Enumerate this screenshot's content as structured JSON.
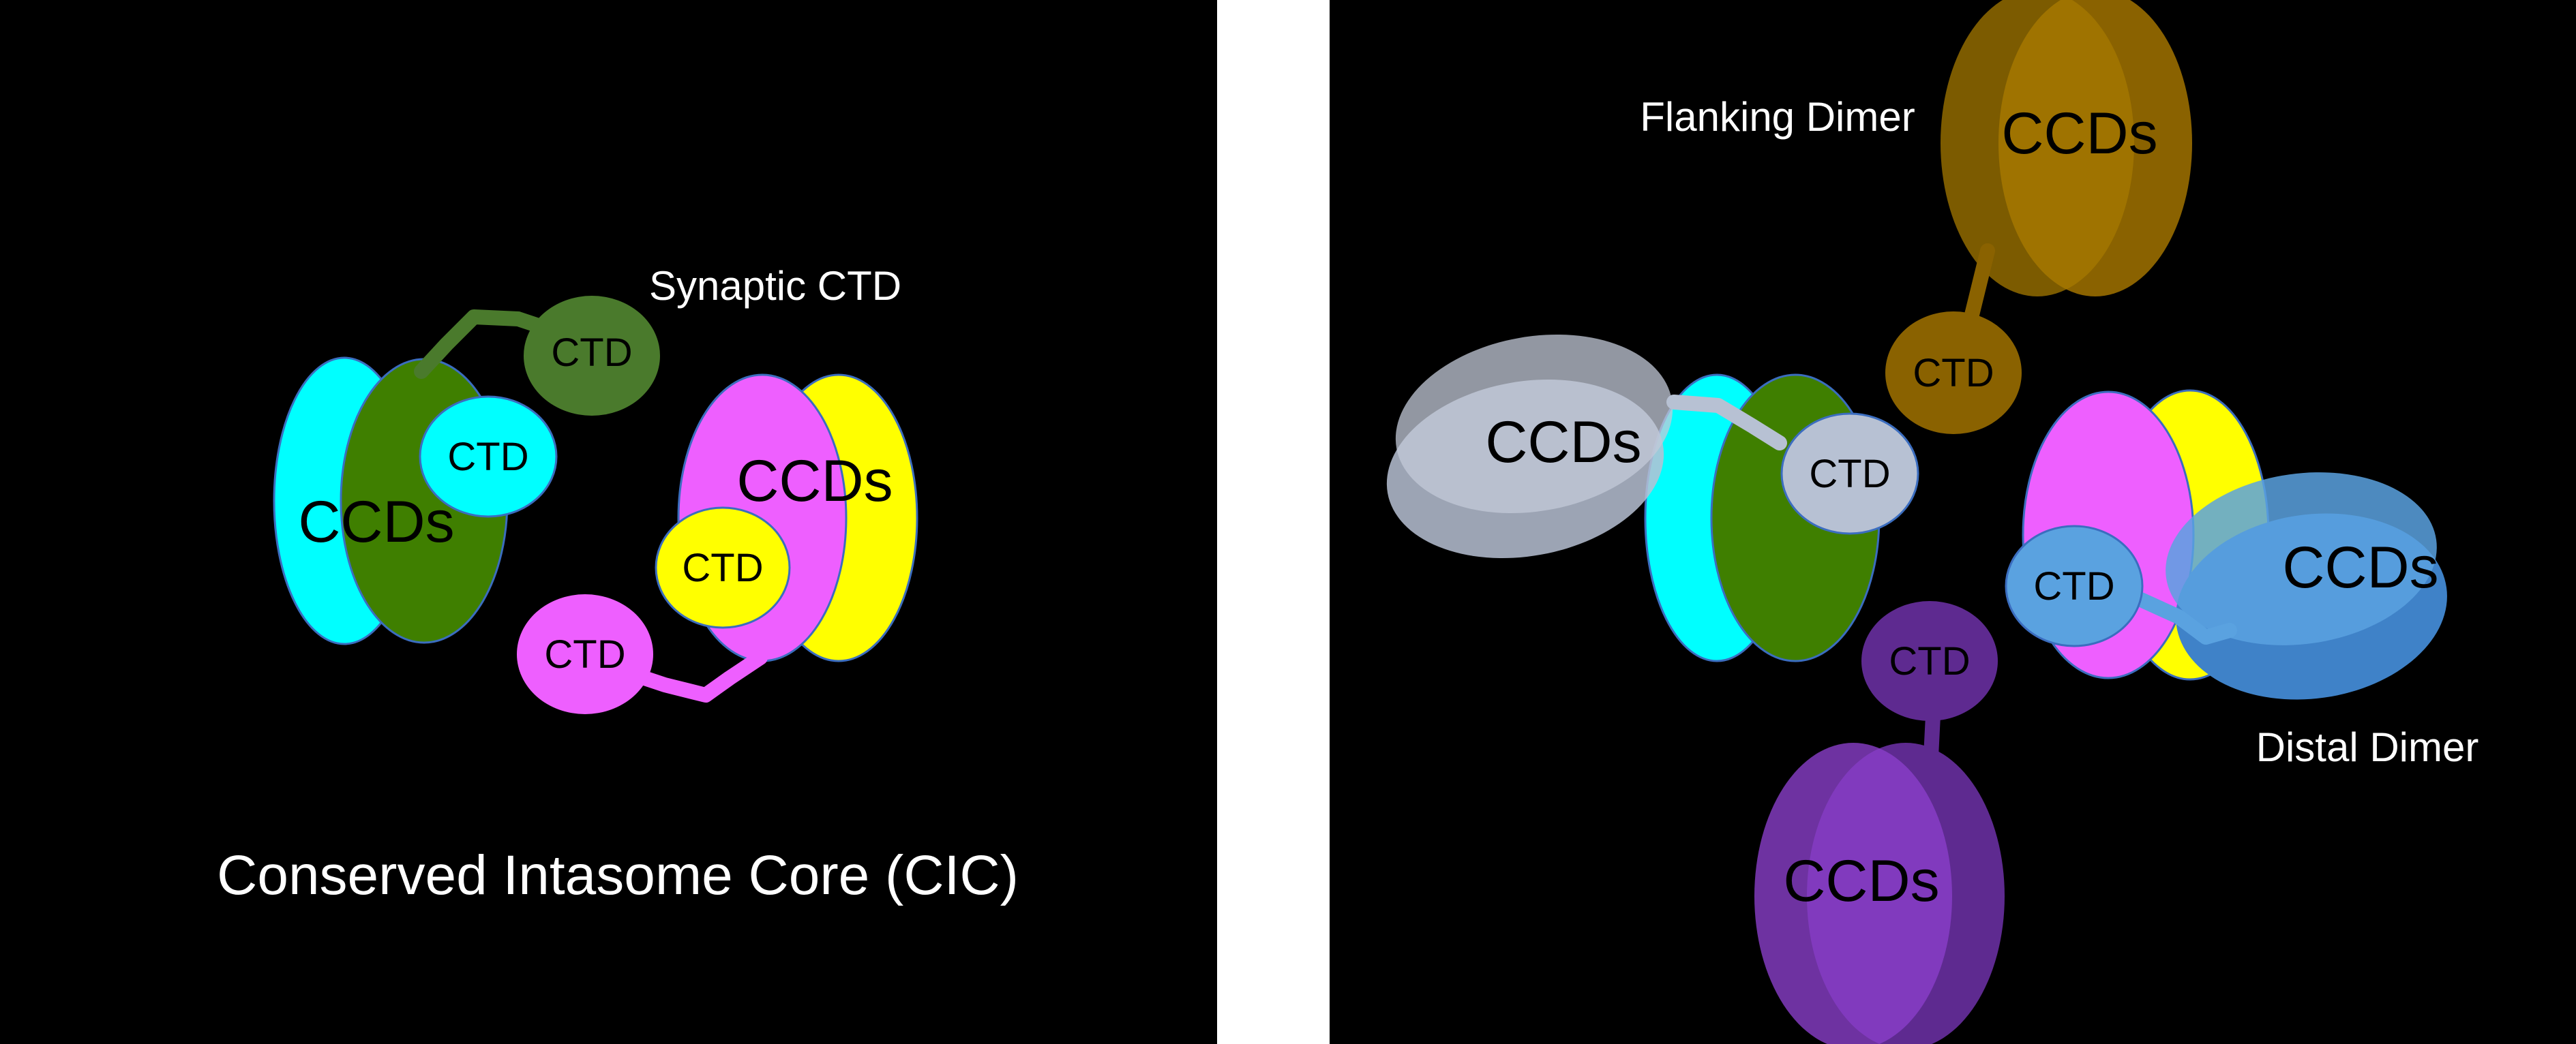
{
  "colors": {
    "background": "#000000",
    "gap": "#ffffff",
    "cyan": "#00ffff",
    "dark_green": "#3f7f00",
    "ctd_green": "#4a7a2c",
    "magenta": "#ee5fff",
    "yellow": "#ffff00",
    "flanking_gold": "#8a6200",
    "lavender_grey": "#b7c1d3",
    "distal_blue": "#5aa2e0",
    "purple": "#7a35b8"
  },
  "left_panel": {
    "title": "Conserved Intasome Core (CIC)",
    "callout": "Synaptic CTD",
    "labels": {
      "ccds_green": "CCDs",
      "ccds_magenta": "CCDs",
      "ctd_synaptic": "CTD",
      "ctd_cyan": "CTD",
      "ctd_yellow": "CTD",
      "ctd_magenta": "CTD"
    }
  },
  "right_panel": {
    "callouts": {
      "flanking": "Flanking Dimer",
      "distal": "Distal Dimer"
    },
    "labels": {
      "ccds_flanking": "CCDs",
      "ctd_flanking": "CTD",
      "ccds_grey": "CCDs",
      "ctd_grey": "CTD",
      "ccds_distal": "CCDs",
      "ctd_distal": "CTD",
      "ctd_purple": "CTD",
      "ccds_purple": "CCDs"
    }
  }
}
